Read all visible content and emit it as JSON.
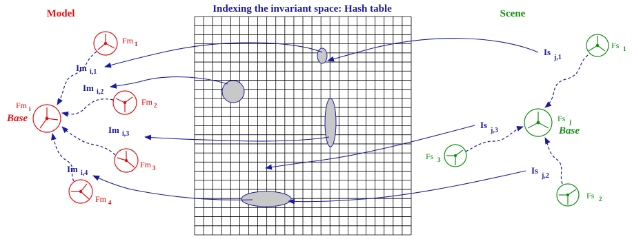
{
  "title": "Indexing the invariant space: Hash table",
  "model": {
    "header": "Model",
    "base_label": "Base",
    "frames": [
      {
        "name": "Fm",
        "sub": "1"
      },
      {
        "name": "Fm",
        "sub": "2"
      },
      {
        "name": "Fm",
        "sub": "3"
      },
      {
        "name": "Fm",
        "sub": "4"
      },
      {
        "name": "Fm",
        "sub": "i"
      }
    ],
    "invariants": [
      {
        "name": "Im",
        "sub": "i,1"
      },
      {
        "name": "Im",
        "sub": "i,2"
      },
      {
        "name": "Im",
        "sub": "i,3"
      },
      {
        "name": "Im",
        "sub": "i,4"
      }
    ]
  },
  "scene": {
    "header": "Scene",
    "base_label": "Base",
    "frames": [
      {
        "name": "Fs",
        "sub": "1"
      },
      {
        "name": "Fs",
        "sub": "2"
      },
      {
        "name": "Fs",
        "sub": "3"
      },
      {
        "name": "Fs",
        "sub": "j"
      }
    ],
    "invariants": [
      {
        "name": "Is",
        "sub": "j,1"
      },
      {
        "name": "Is",
        "sub": "j,3"
      },
      {
        "name": "Is",
        "sub": "j,2"
      }
    ]
  },
  "colors": {
    "model": "#e01010",
    "scene": "#109010",
    "arrows": "#1a1aa0",
    "bucket_fill": "#c8c8c8",
    "grid": "#000000"
  }
}
